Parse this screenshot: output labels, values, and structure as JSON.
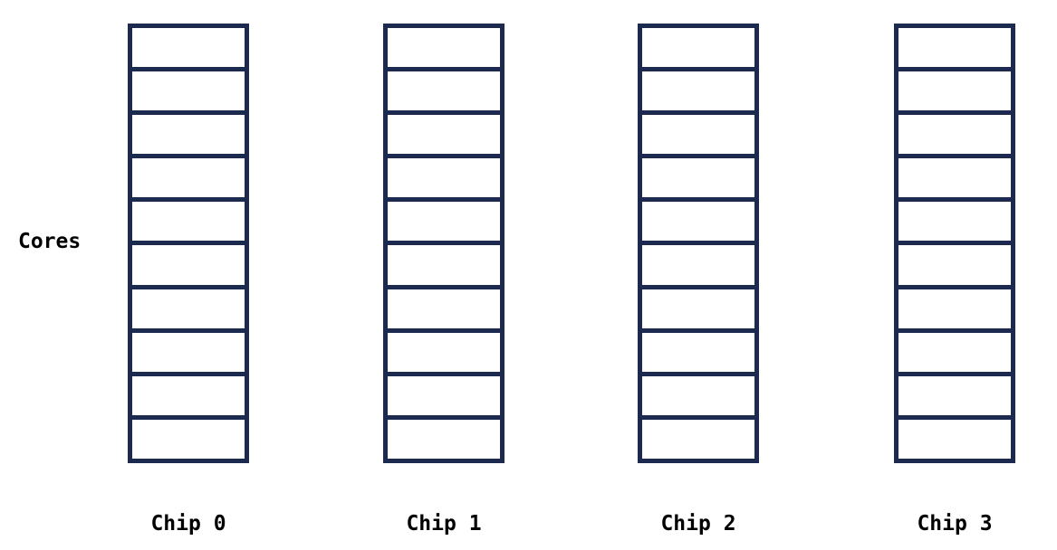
{
  "diagram": {
    "y_axis_label": "Cores",
    "chips": [
      {
        "label": "Chip 0",
        "num_cores": 10
      },
      {
        "label": "Chip 1",
        "num_cores": 10
      },
      {
        "label": "Chip 2",
        "num_cores": 10
      },
      {
        "label": "Chip 3",
        "num_cores": 10
      }
    ],
    "colors": {
      "chip_border": "#1b2a4e",
      "core_fill": "#ffffff",
      "label_text": "#000000",
      "background": "#ffffff"
    }
  }
}
